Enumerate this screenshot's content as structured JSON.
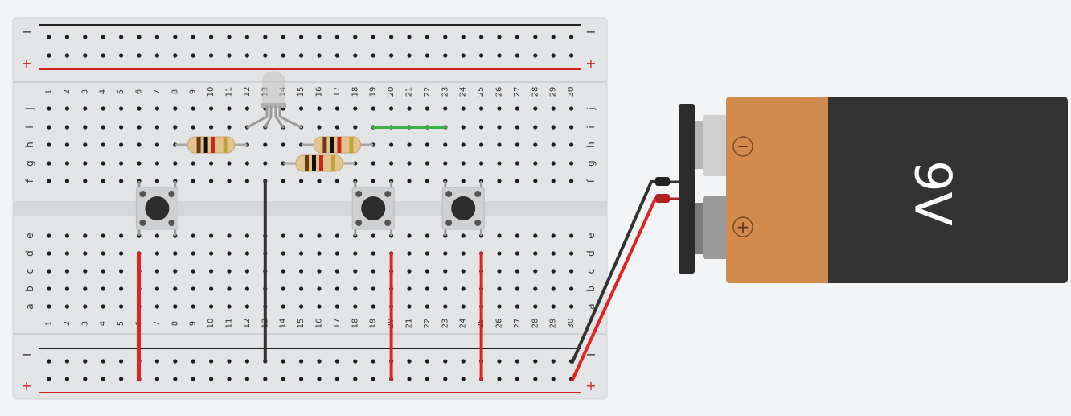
{
  "breadboard": {
    "columns": 30,
    "top_row_letters": [
      "j",
      "i",
      "h",
      "g",
      "f"
    ],
    "bottom_row_letters": [
      "e",
      "d",
      "c",
      "b",
      "a"
    ],
    "rail_minus_label": "−",
    "rail_plus_label": "+",
    "colors": {
      "board": "#e3e4e5",
      "rail_black": "#222222",
      "rail_red": "#d32222",
      "hole": "#1f1f1f",
      "label": "#333333"
    }
  },
  "components": {
    "rgb_led": {
      "color": "#c6c6c6",
      "leads": 4
    },
    "resistors": [
      {
        "id": "r1",
        "bands": [
          "#6b3a13",
          "#111111",
          "#c8281e",
          "#c4a13a"
        ]
      },
      {
        "id": "r2",
        "bands": [
          "#6b3a13",
          "#111111",
          "#c8281e",
          "#c4a13a"
        ]
      },
      {
        "id": "r3",
        "bands": [
          "#6b3a13",
          "#111111",
          "#c8281e",
          "#c4a13a"
        ]
      }
    ],
    "pushbuttons": [
      {
        "id": "btn1"
      },
      {
        "id": "btn2"
      },
      {
        "id": "btn3"
      }
    ],
    "wires": [
      {
        "id": "w-green",
        "color": "#3cb043"
      },
      {
        "id": "w-black-gnd",
        "color": "#333333"
      },
      {
        "id": "w-red-1",
        "color": "#e02424"
      },
      {
        "id": "w-red-2",
        "color": "#e02424"
      },
      {
        "id": "w-red-3",
        "color": "#e02424"
      }
    ]
  },
  "battery": {
    "label": "9V",
    "minus_terminal": "−",
    "plus_terminal": "+",
    "colors": {
      "copper": "#d28b4f",
      "body": "#333333",
      "cap": "#2b2b2b"
    }
  }
}
